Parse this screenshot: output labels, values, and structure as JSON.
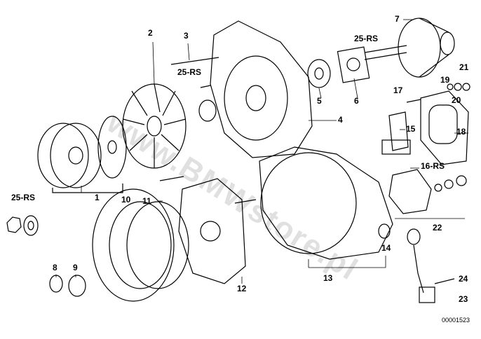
{
  "watermark": "www.BMWstore.pl",
  "diagram_code": "00001523",
  "labels": {
    "l2": "2",
    "l3": "3",
    "l25a": "25-RS",
    "l7": "7",
    "l25b": "25-RS",
    "l21": "21",
    "l19": "19",
    "l20": "20",
    "l17": "17",
    "l15": "15",
    "l18": "18",
    "l16": "16-RS",
    "l5": "5",
    "l6": "6",
    "l4": "4",
    "l1": "1",
    "l25c": "25-RS",
    "l10": "10",
    "l11": "11",
    "l8": "8",
    "l9": "9",
    "l12": "12",
    "l13": "13",
    "l14": "14",
    "l22": "22",
    "l24": "24",
    "l23": "23"
  }
}
